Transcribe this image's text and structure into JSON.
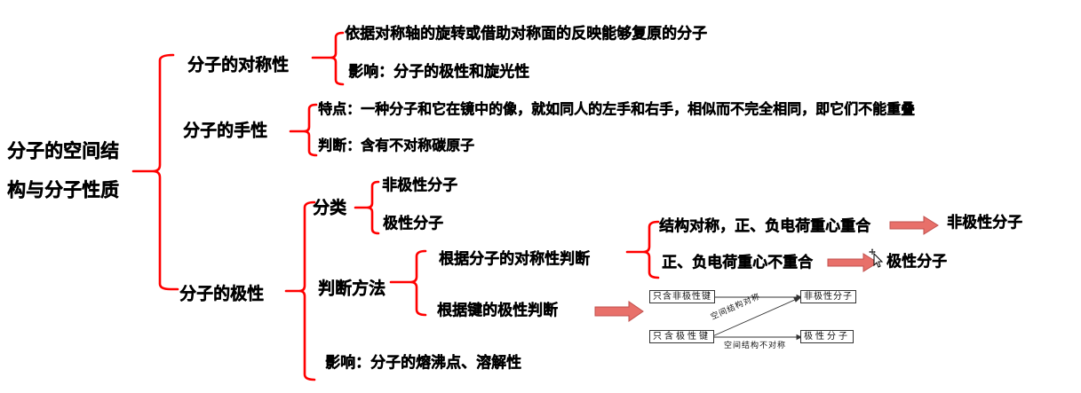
{
  "diagram": {
    "root": {
      "line1": "分子的空间结",
      "line2": "构与分子性质"
    },
    "symmetry": {
      "title": "分子的对称性",
      "definition": "依据对称轴的旋转或借助对称面的反映能够复原的分子",
      "effect": "影响：分子的极性和旋光性"
    },
    "chirality": {
      "title": "分子的手性",
      "feature": "特点：一种分子和它在镜中的像，就如同人的左手和右手，相似而不完全相同，即它们不能重叠",
      "judge": "判断：含有不对称碳原子"
    },
    "polarity": {
      "title": "分子的极性",
      "classification": {
        "label": "分类",
        "items": [
          "非极性分子",
          "极性分子"
        ]
      },
      "methods": {
        "label": "判断方法",
        "by_symmetry": {
          "label": "根据分子的对称性判断",
          "cases": [
            {
              "condition": "结构对称，正、负电荷重心重合",
              "result": "非极性分子"
            },
            {
              "condition": "正、负电荷重心不重合",
              "result": "极性分子"
            }
          ]
        },
        "by_bond": {
          "label": "根据键的极性判断",
          "mini_diagram": {
            "boxes": {
              "nonpolar_bonds": "只含非极性键",
              "polar_bonds": "只含极性键",
              "nonpolar_molecule": "非极性分子",
              "polar_molecule": "极性分子"
            },
            "edge_labels": {
              "symmetric": "空间结构对称",
              "asymmetric": "空间结构不对称"
            }
          }
        }
      },
      "effect": "影响：分子的熔沸点、溶解性"
    },
    "colors": {
      "bracket": "#ff0000",
      "arrow_fill": "#e8706a",
      "arrow_stroke": "#c0504d",
      "text": "#000000"
    },
    "icons": {
      "cursor": "move-cursor-icon"
    }
  }
}
